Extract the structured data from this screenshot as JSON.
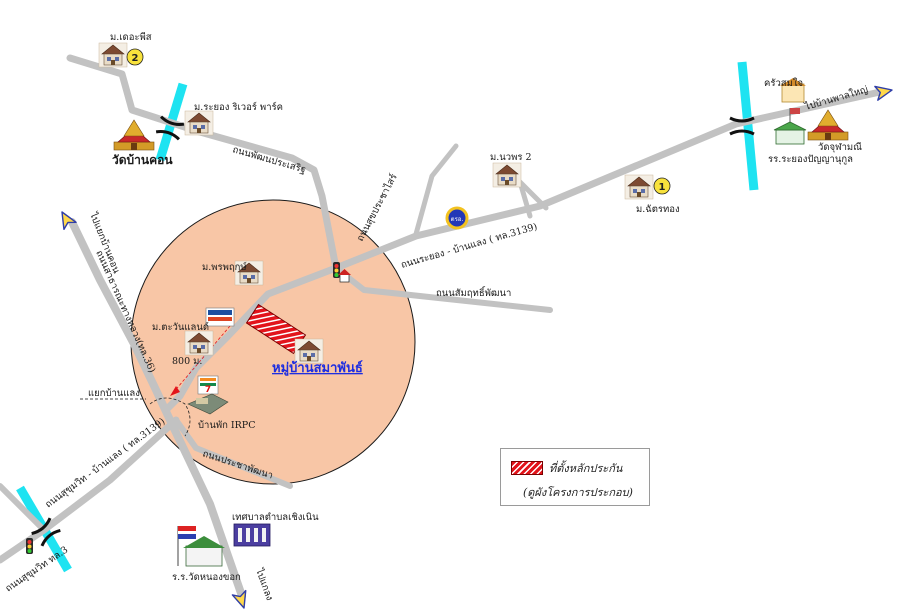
{
  "labels": {
    "dekphis": "ม.เดอะพีส",
    "rayong_river_park": "ม.ระยอง ริเวอร์ พาร์ค",
    "wat_ban_khon": "วัดบ้านคอน",
    "rd_phatthana_prasoet": "ถนนพัฒนประเสริฐ",
    "rd_sukhaprachasan": "ถนนสุขประชาไสร์",
    "mu_nawaphon2": "ม.นวพร 2",
    "mu_chatthong": "ม.ฉัตรทอง",
    "khrua_sombai": "ครัวสมใจ",
    "to_ban_phe": "ไปบ้านพาลใหญ่",
    "wat_pha": "วัดจุฬามณี",
    "school_rayong": "รร.ระยองปัญญานุกูล",
    "rd_rayong_banchang": "ถนนระยอง - บ้านแลง ( ทล.3139)",
    "rd_samphan": "ถนนสัมฤทธิ์พัฒนา",
    "mu_phruksa": "ม.พรพฤกษ์",
    "mu_tawan": "ม.ตะวันแลนด์",
    "dist": "800 ม.",
    "rd_sukhumvit_sathaphon": "ถนนสาธารณะทางหลวง(ทล.36)",
    "to_ban_khon": "ไปแยกบ้านคอน",
    "yaek_ban_laeng": "แยกบ้านแลง",
    "irpc": "บ้านพัก IRPC",
    "rd_prachaphatthana": "ถนนประชาพัฒนา",
    "rd_sukhumvit_banchang": "ถนนสุขุมวิท - บ้านแลง ( ทล.3139)",
    "rd_sukhumvit3": "ถนนสุขุมวิท ทล.3",
    "municipality": "เทศบาลตำบลเชิงเนิน",
    "school_wat": "ร.ร.วัดหนองขอก",
    "to_khlaeng": "ไปแกลง",
    "project": "หมู่บ้านสมาพันธ์",
    "num1": "1",
    "num2": "2",
    "seal": "ตรอ."
  },
  "legend": {
    "title": "ที่ตั้งหลักประกัน",
    "subtitle": "(ดูผังโครงการประกอบ)"
  },
  "colors": {
    "zone_fill": "#f8c6a6",
    "road": "#c2c2c2",
    "river": "#1ee3f1",
    "plot": "#e2141b",
    "arrow_fill": "#ffd84a",
    "arrow_stroke": "#2f3ea8",
    "project_text": "#1e2ee0"
  }
}
